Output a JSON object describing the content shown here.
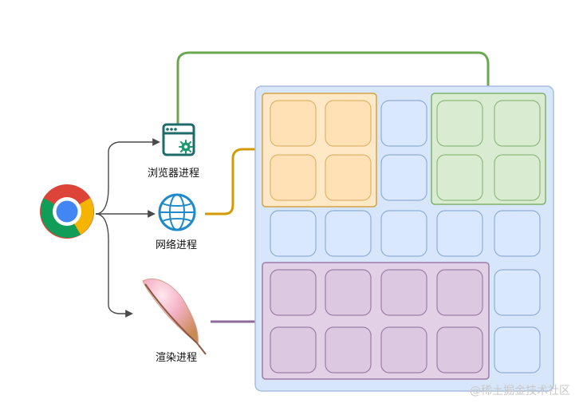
{
  "processes": {
    "browser": {
      "label": "浏览器进程",
      "icon": "browser-window-gear-icon"
    },
    "network": {
      "label": "网络进程",
      "icon": "globe-icon"
    },
    "render": {
      "label": "渲染进程",
      "icon": "feather-icon"
    }
  },
  "app_icon": "chrome-logo-icon",
  "watermark": "@稀土掘金技术社区",
  "colors": {
    "browser_group": "#5fa34b",
    "network_group": "#d59a00",
    "render_group": "#8e6a9b",
    "background_panel": "#d7e6fb",
    "tile_blue": "#d9e8ff",
    "tile_orange": "#ffe1b5",
    "tile_green": "#d9ebd1",
    "tile_purple": "#ddc8e2"
  }
}
